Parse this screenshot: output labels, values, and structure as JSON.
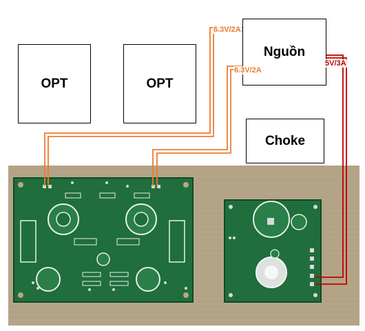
{
  "blocks": {
    "opt_left": "OPT",
    "opt_right": "OPT",
    "power_supply": "Nguồn",
    "choke": "Choke"
  },
  "wire_labels": {
    "heater_a": "6.3V/2A",
    "heater_b": "6.3V/2A",
    "supply": "5V/3A"
  },
  "colors": {
    "heater_wire": "#ed7d31",
    "supply_wire": "#c00000",
    "pcb": "#1e6b3a",
    "table": "#b9a98d"
  }
}
